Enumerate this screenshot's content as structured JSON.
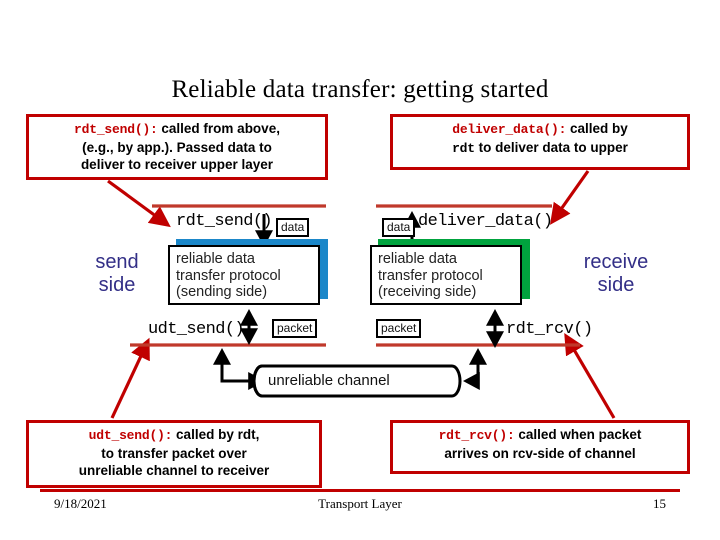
{
  "slide": {
    "title": "Reliable data transfer: getting started",
    "accent_red": "#c00000",
    "accent_blue_shadow": "#1b87c9",
    "accent_green_shadow": "#00a33e",
    "side_label_color": "#332f87"
  },
  "callouts": {
    "top_left": {
      "code": "rdt_send():",
      "line1": " called from above,",
      "line2": "(e.g., by app.). Passed data to",
      "line3": "deliver to receiver upper layer"
    },
    "top_right": {
      "code": "deliver_data():",
      "line1": " called by",
      "code2": "rdt",
      "line2": " to deliver data to upper"
    },
    "bottom_left": {
      "code": "udt_send():",
      "line1": " called by rdt,",
      "line2": "to transfer packet over",
      "line3": "unreliable channel to receiver"
    },
    "bottom_right": {
      "code": "rdt_rcv():",
      "line1": " called when packet",
      "line2": "arrives on rcv-side of channel"
    }
  },
  "diagram": {
    "labels": {
      "rdt_send": "rdt_send()",
      "udt_send": "udt_send()",
      "deliver_data": "deliver_data()",
      "rdt_rcv": "rdt_rcv()"
    },
    "send_side": "send\nside",
    "send_side_l1": "send",
    "send_side_l2": "side",
    "receive_side_l1": "receive",
    "receive_side_l2": "side",
    "protocol_left": {
      "l1": "reliable data",
      "l2": "transfer protocol",
      "l3": "(sending side)"
    },
    "protocol_right": {
      "l1": "reliable data",
      "l2": "transfer protocol",
      "l3": "(receiving side)"
    },
    "tags": {
      "data_left": "data",
      "data_right": "data",
      "packet_left": "packet",
      "packet_right": "packet"
    },
    "channel": "unreliable channel"
  },
  "footer": {
    "date": "9/18/2021",
    "center": "Transport Layer",
    "page": "15"
  }
}
